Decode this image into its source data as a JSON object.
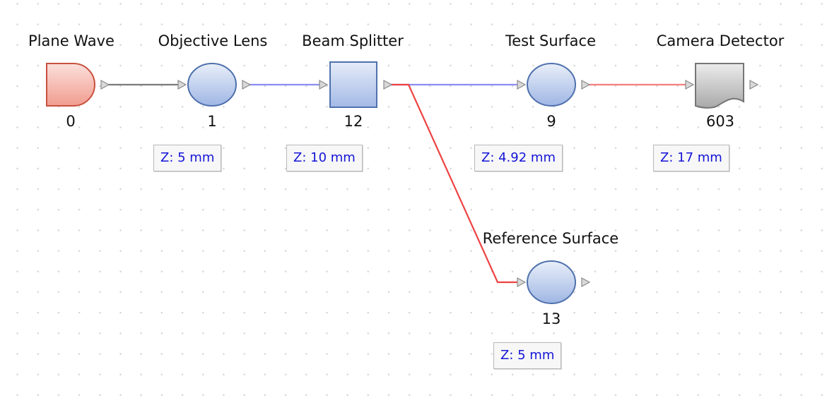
{
  "nodes": [
    {
      "key": "plane-wave",
      "title": "Plane Wave",
      "id": "0",
      "z": null,
      "shape": "source"
    },
    {
      "key": "objective-lens",
      "title": "Objective Lens",
      "id": "1",
      "z": "Z: 5 mm",
      "shape": "ellipse"
    },
    {
      "key": "beam-splitter",
      "title": "Beam Splitter",
      "id": "12",
      "z": "Z: 10 mm",
      "shape": "square"
    },
    {
      "key": "test-surface",
      "title": "Test Surface",
      "id": "9",
      "z": "Z: 4.92 mm",
      "shape": "ellipse"
    },
    {
      "key": "camera-detector",
      "title": "Camera Detector",
      "id": "603",
      "z": "Z: 17 mm",
      "shape": "document"
    },
    {
      "key": "reference-surface",
      "title": "Reference Surface",
      "id": "13",
      "z": "Z: 5 mm",
      "shape": "ellipse"
    }
  ],
  "edges": [
    {
      "from": "plane-wave",
      "to": "objective-lens",
      "color": "#7a7a7a"
    },
    {
      "from": "objective-lens",
      "to": "beam-splitter",
      "color": "#8c8cf2"
    },
    {
      "from": "beam-splitter",
      "to": "test-surface",
      "color": "#8c8cf2"
    },
    {
      "from": "beam-splitter",
      "to": "reference-surface",
      "color": "#ee4242"
    },
    {
      "from": "test-surface",
      "to": "camera-detector",
      "color": "#f27e7e"
    }
  ],
  "colors": {
    "source_fill": "#f3a79c",
    "source_stroke": "#c8513f",
    "element_fill": "#a9bfea",
    "element_stroke": "#4f71ad",
    "detector_fill": "#b2b2b2",
    "detector_stroke": "#767676",
    "port_fill": "#d9d9d9",
    "port_stroke": "#8a8a8a",
    "z_text": "#1515d8"
  }
}
